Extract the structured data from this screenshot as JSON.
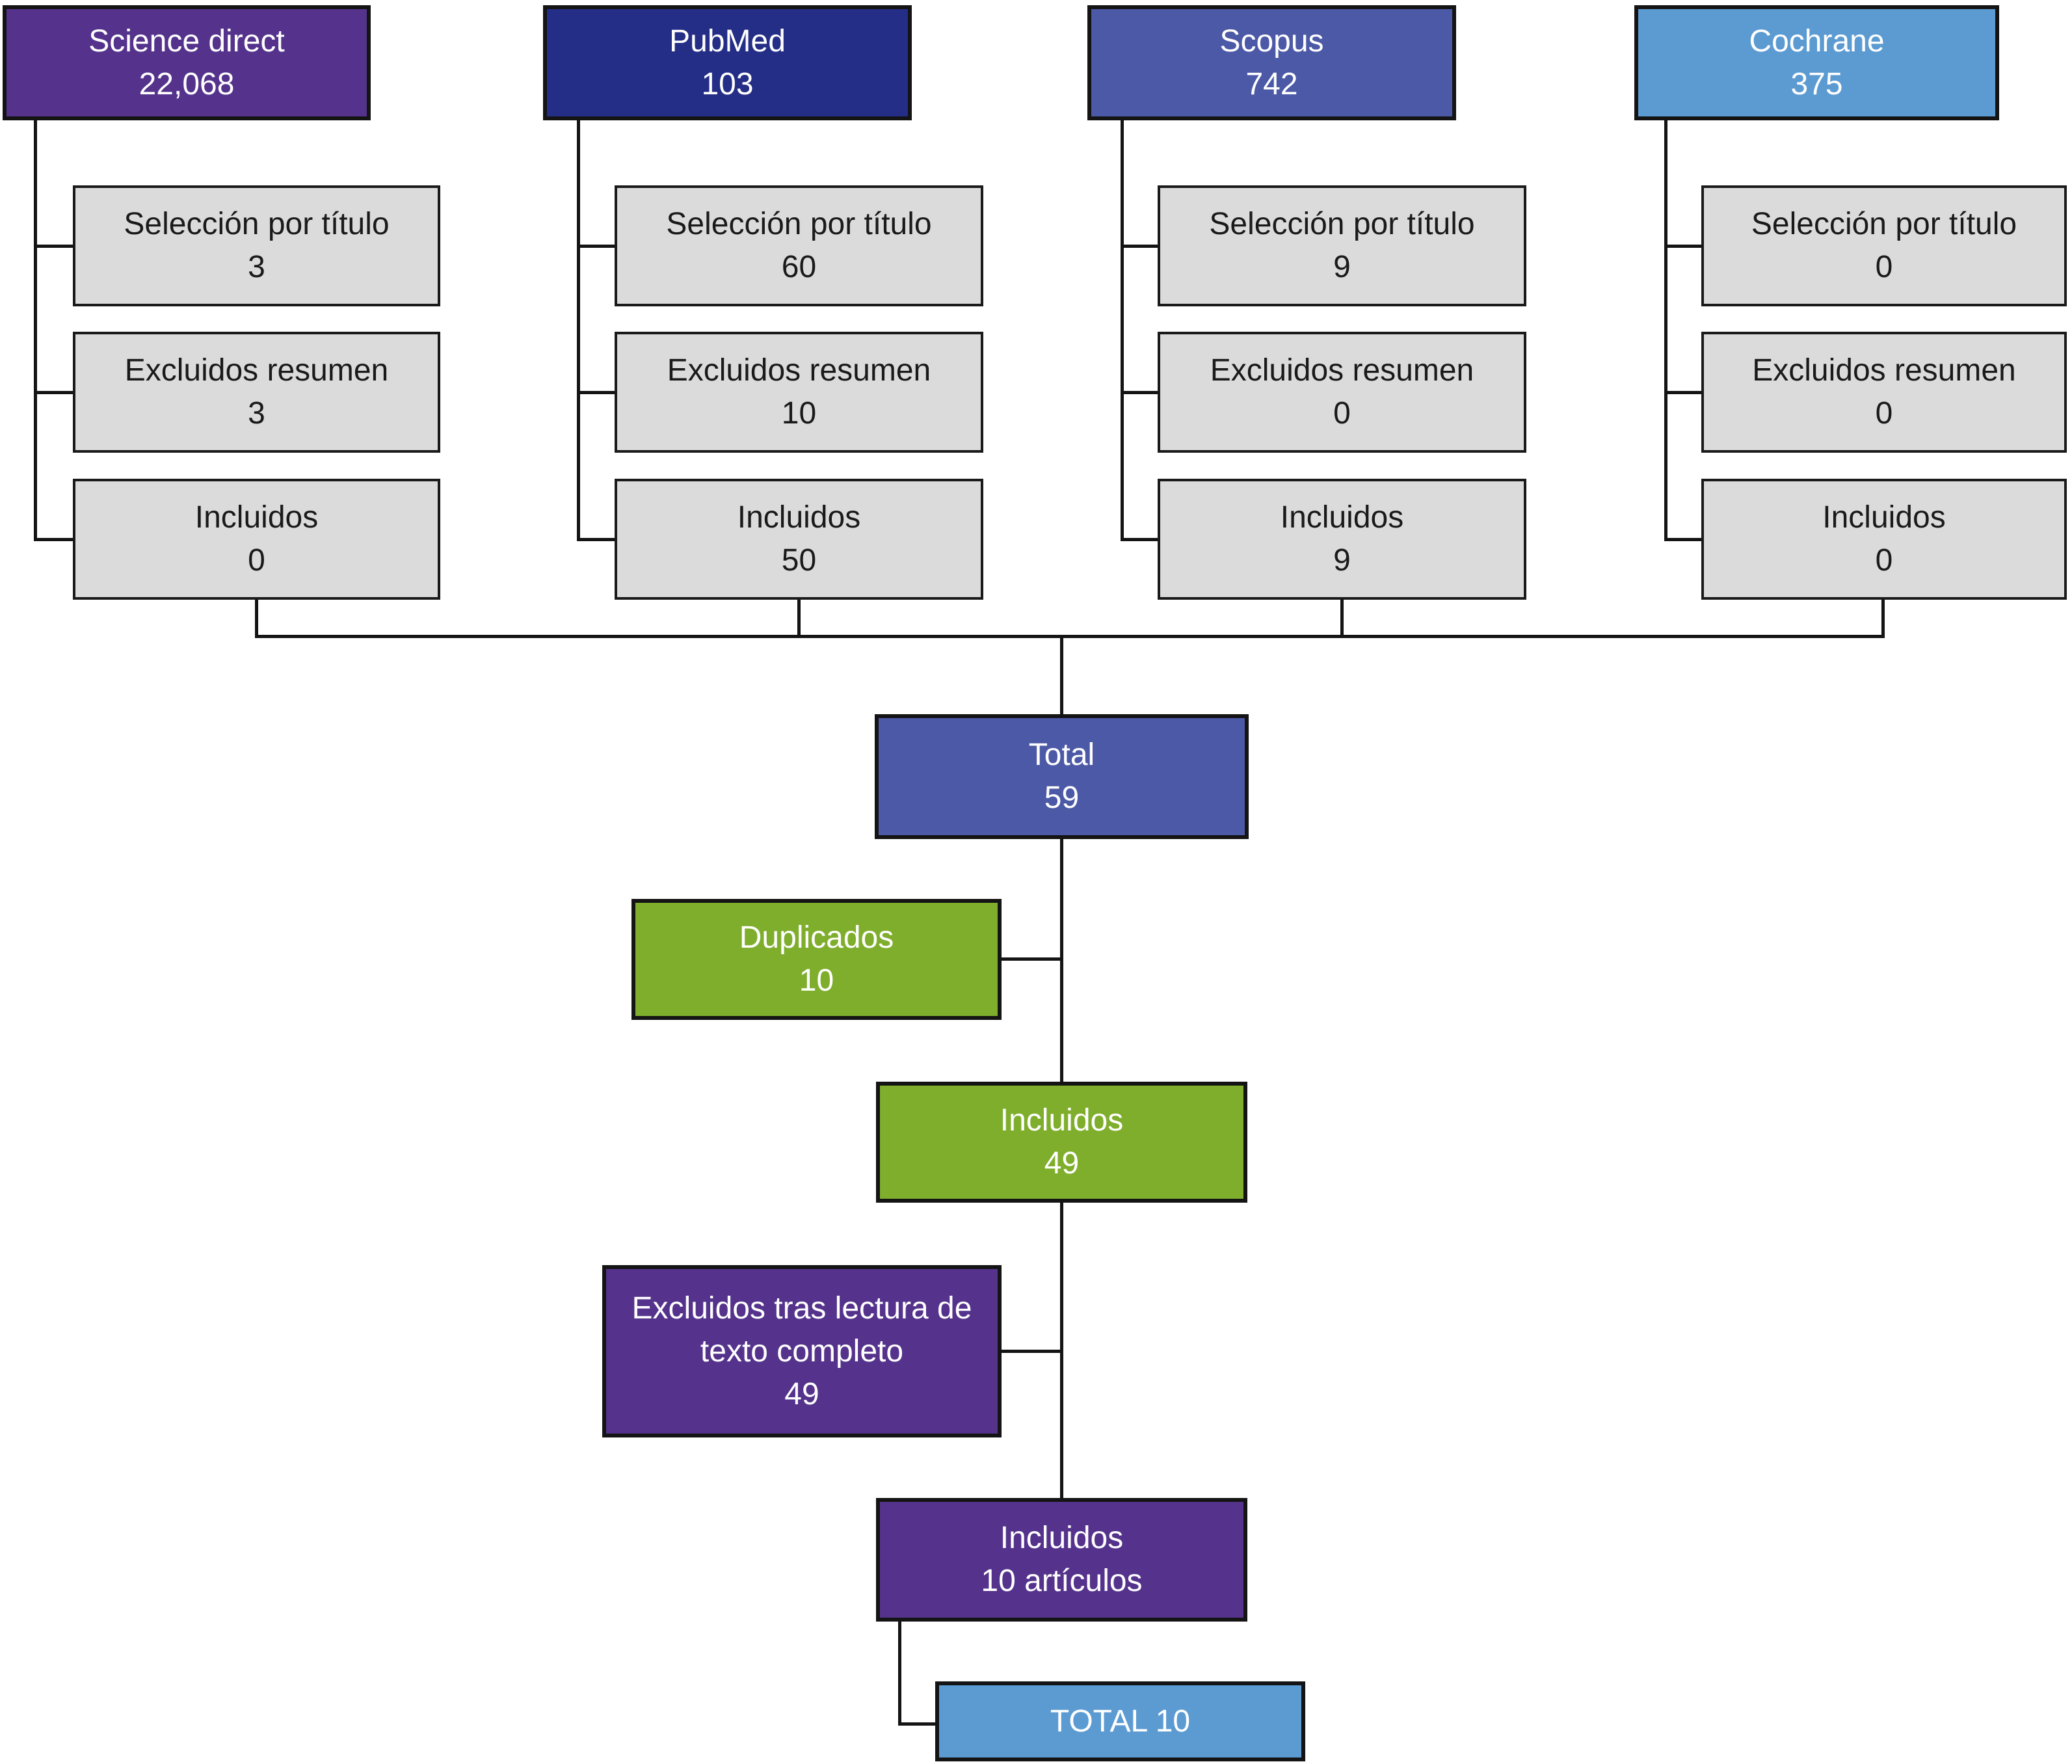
{
  "sources": [
    {
      "name": "Science direct",
      "count": "22,068",
      "steps": [
        {
          "label": "Selección por título",
          "count": "3"
        },
        {
          "label": "Excluidos resumen",
          "count": "3"
        },
        {
          "label": "Incluidos",
          "count": "0"
        }
      ]
    },
    {
      "name": "PubMed",
      "count": "103",
      "steps": [
        {
          "label": "Selección por título",
          "count": "60"
        },
        {
          "label": "Excluidos resumen",
          "count": "10"
        },
        {
          "label": "Incluidos",
          "count": "50"
        }
      ]
    },
    {
      "name": "Scopus",
      "count": "742",
      "steps": [
        {
          "label": "Selección por título",
          "count": "9"
        },
        {
          "label": "Excluidos resumen",
          "count": "0"
        },
        {
          "label": "Incluidos",
          "count": "9"
        }
      ]
    },
    {
      "name": "Cochrane",
      "count": "375",
      "steps": [
        {
          "label": "Selección por título",
          "count": "0"
        },
        {
          "label": "Excluidos resumen",
          "count": "0"
        },
        {
          "label": "Incluidos",
          "count": "0"
        }
      ]
    }
  ],
  "middle": {
    "total": {
      "label": "Total",
      "count": "59"
    },
    "duplicados": {
      "label": "Duplicados",
      "count": "10"
    },
    "incluidos": {
      "label": "Incluidos",
      "count": "49"
    },
    "excluidos_texto": {
      "label": "Excluidos tras lectura de texto completo",
      "count": "49"
    },
    "incluidos_final": {
      "label": "Incluidos",
      "count": "10 artículos"
    },
    "grand_total": {
      "label": "TOTAL 10"
    }
  },
  "colors": {
    "science_direct": "#55338C",
    "pubmed": "#242E86",
    "scopus": "#4C59A6",
    "cochrane": "#5C9BD2",
    "total_box": "#4C59A6",
    "duplicados_box": "#7FAE2D",
    "incluidos_box": "#7FAE2D",
    "excluidos_texto_box": "#55338C",
    "incluidos_final_box": "#55338C",
    "grand_total_box": "#5C9BD2",
    "step_gray": "#DBDBDB",
    "line_black": "#141414"
  }
}
